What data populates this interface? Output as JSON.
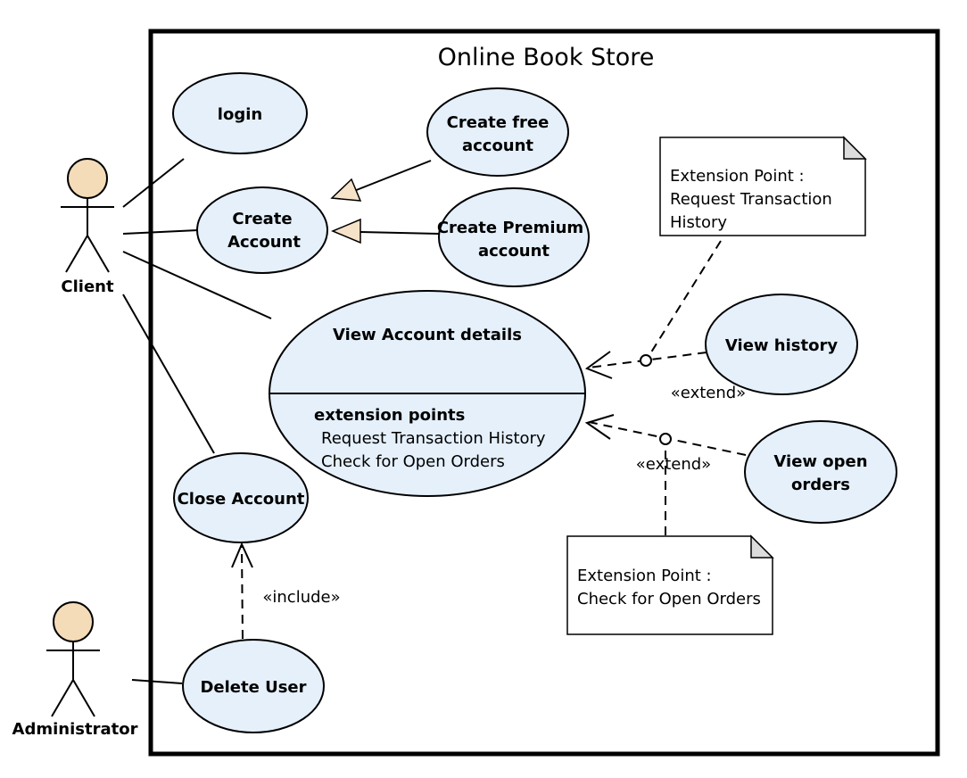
{
  "system": {
    "title": "Online Book Store"
  },
  "actors": {
    "client": "Client",
    "administrator": "Administrator"
  },
  "use_cases": {
    "login": "login",
    "create_free_account": [
      "Create free",
      "account"
    ],
    "create_account": [
      "Create",
      "Account"
    ],
    "create_premium_account": [
      "Create Premium",
      "account"
    ],
    "view_account_details": {
      "title": "View Account details",
      "extension_points_heading": "extension points",
      "extension_points": [
        "Request Transaction History",
        "Check for Open Orders"
      ]
    },
    "view_history": "View history",
    "view_open_orders": [
      "View open",
      "orders"
    ],
    "close_account": "Close Account",
    "delete_user": "Delete User"
  },
  "notes": {
    "transaction_history": [
      "Extension Point :",
      "Request Transaction",
      "History"
    ],
    "open_orders": [
      "Extension Point :",
      "Check for Open Orders"
    ]
  },
  "stereotypes": {
    "extend_history": "«extend»",
    "extend_orders": "«extend»",
    "include": "«include»"
  },
  "colors": {
    "use_case_fill": "#e5f0fb",
    "actor_head_fill": "#f5dcb8",
    "generalization_arrow_fill": "#f5e2c8",
    "note_fold_fill": "#dcdcdc"
  }
}
